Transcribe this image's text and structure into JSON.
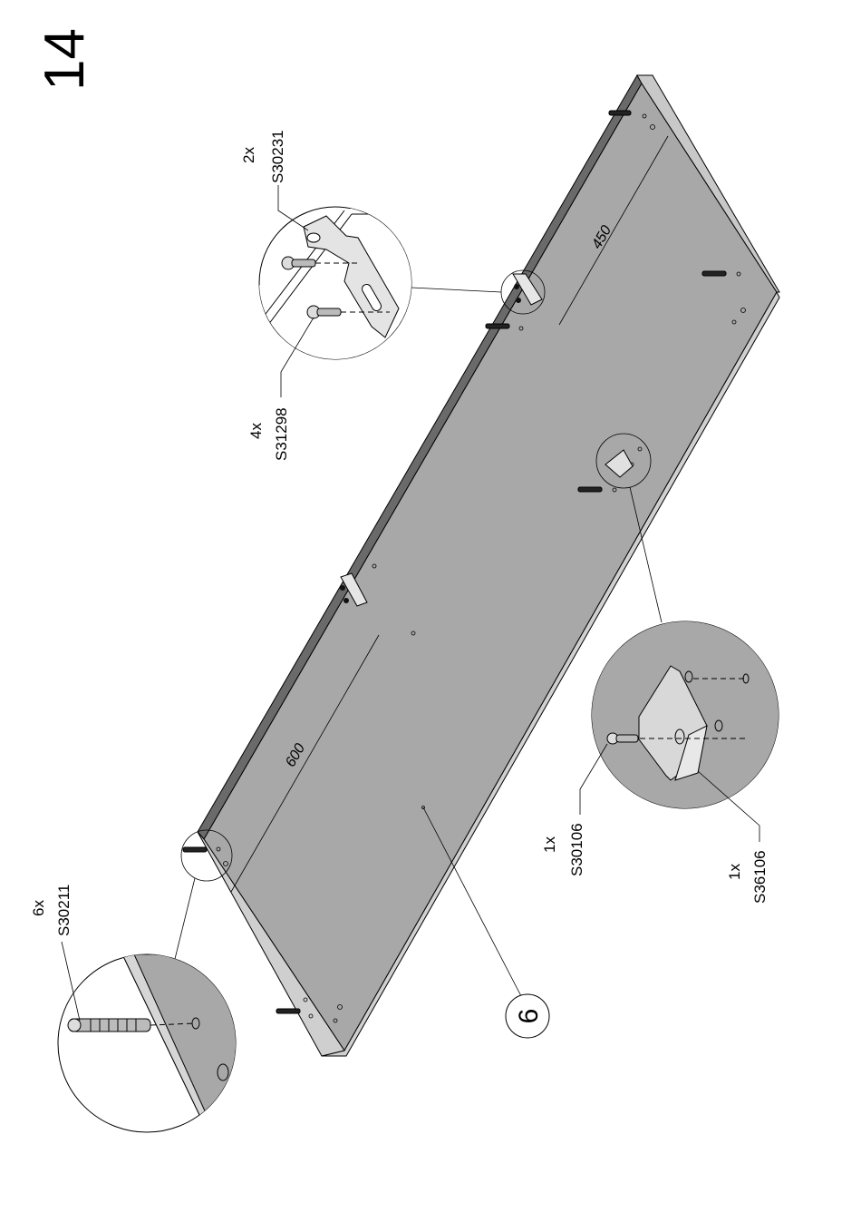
{
  "step_number": "14",
  "panel_label": "6",
  "dimensions": {
    "top": "450",
    "bottom": "600"
  },
  "callouts": {
    "bracket": {
      "qty": "2x",
      "code": "S30231"
    },
    "screw_bracket": {
      "qty": "4x",
      "code": "S31298"
    },
    "cam_dowel": {
      "qty": "6x",
      "code": "S30211"
    },
    "screw_pad": {
      "qty": "1x",
      "code": "S30106"
    },
    "pad": {
      "qty": "1x",
      "code": "S36106"
    }
  },
  "colors": {
    "panel_face": "#a8a8a8",
    "panel_edge": "#c8c8c8",
    "line": "#000000"
  }
}
